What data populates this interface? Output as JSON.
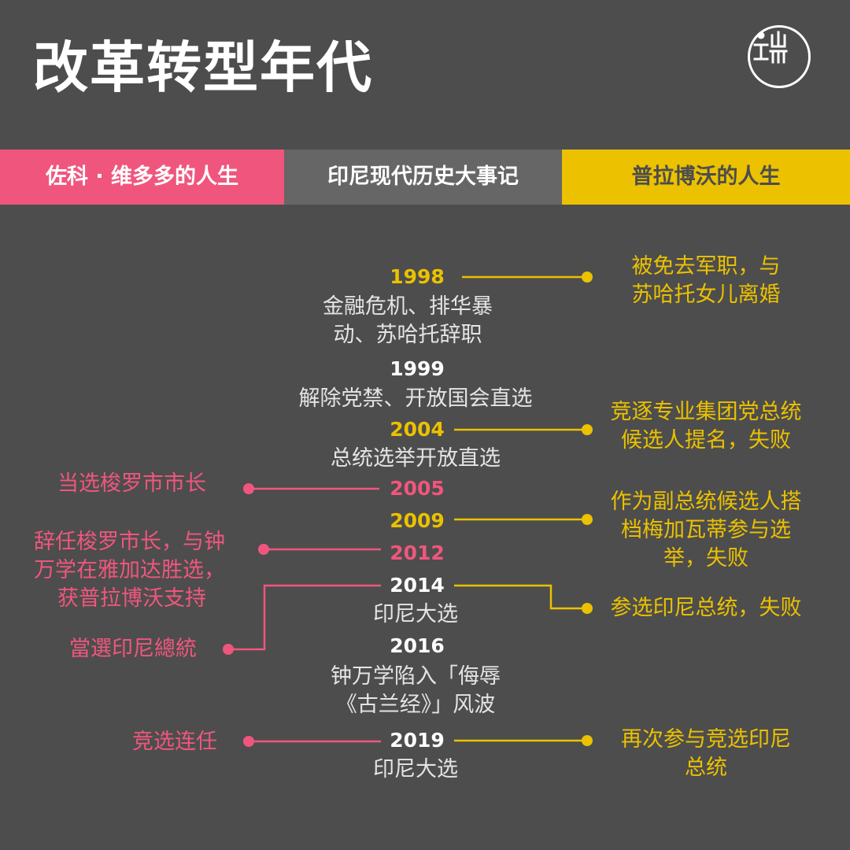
{
  "title": "改革转型年代",
  "header": {
    "left": "佐科 · 维多多的人生",
    "center": "印尼现代历史大事记",
    "right": "普拉博沃的人生"
  },
  "colors": {
    "background": "#4d4d4d",
    "pink": "#f0567d",
    "yellow": "#ebc100",
    "gray_col": "#666666"
  },
  "logo_icon": "media-logo-icon",
  "timeline": {
    "y1998": {
      "year": "1998",
      "center_desc": [
        "金融危机、排华暴",
        "动、苏哈托辞职"
      ],
      "right": [
        "被免去军职，与",
        "苏哈托女儿离婚"
      ]
    },
    "y1999": {
      "year": "1999",
      "center_desc": [
        "解除党禁、开放国会直选"
      ]
    },
    "y2004": {
      "year": "2004",
      "center_desc": [
        "总统选举开放直选"
      ],
      "right": [
        "竞逐专业集团党总统",
        "候选人提名，失败"
      ]
    },
    "y2005": {
      "year": "2005",
      "left": [
        "当选梭罗市市长"
      ]
    },
    "y2009": {
      "year": "2009",
      "right": [
        "作为副总统候选人搭",
        "档梅加瓦蒂参与选",
        "举，失败"
      ]
    },
    "y2012": {
      "year": "2012",
      "left": [
        "辞任梭罗市长，与钟",
        "万学在雅加达胜选，",
        "获普拉博沃支持"
      ]
    },
    "y2014": {
      "year": "2014",
      "center_desc": [
        "印尼大选"
      ],
      "left": [
        "當選印尼總統"
      ],
      "right": [
        "参选印尼总统，失败"
      ]
    },
    "y2016": {
      "year": "2016",
      "center_desc": [
        "钟万学陷入「侮辱",
        "《古兰经》」风波"
      ]
    },
    "y2019": {
      "year": "2019",
      "center_desc": [
        "印尼大选"
      ],
      "left": [
        "竞选连任"
      ],
      "right": [
        "再次参与竞选印尼",
        "总统"
      ]
    }
  }
}
